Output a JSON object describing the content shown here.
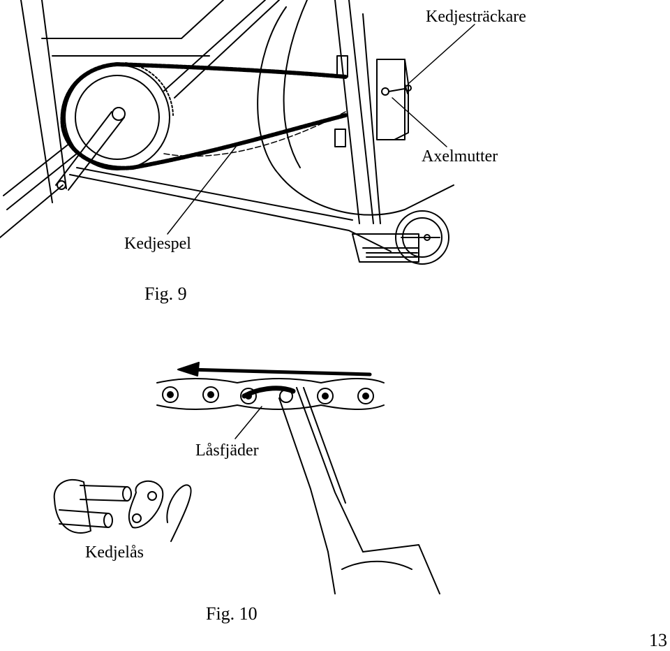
{
  "figure9": {
    "caption": "Fig. 9",
    "labels": {
      "chain_tensioner": "Kedjesträckare",
      "axle_nut": "Axelmutter",
      "chain_slack": "Kedjespel"
    }
  },
  "figure10": {
    "caption": "Fig. 10",
    "labels": {
      "lock_spring": "Låsfjäder",
      "chain_lock": "Kedjelås"
    }
  },
  "page_number": "13"
}
